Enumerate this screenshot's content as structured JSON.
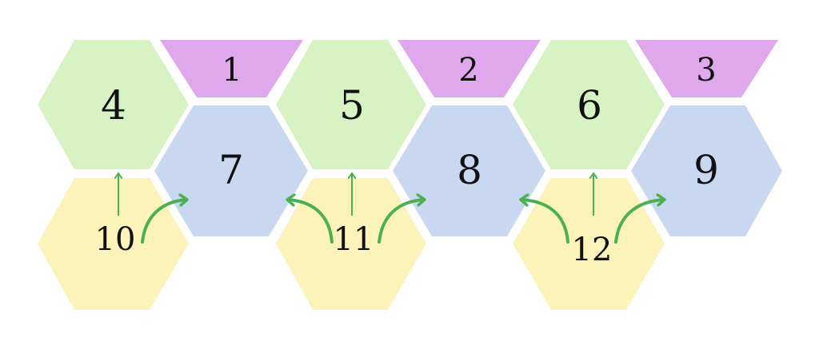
{
  "colors": {
    "purple": "#e0a8ec",
    "green": "#d8f3c3",
    "blue": "#c9d8f1",
    "yellow": "#fbf3b9",
    "arrow": "#4caf50",
    "text": "#111111",
    "background": "#ffffff"
  },
  "cells": {
    "c1": "1",
    "c2": "2",
    "c3": "3",
    "c4": "4",
    "c5": "5",
    "c6": "6",
    "c7": "7",
    "c8": "8",
    "c9": "9",
    "c10": "10",
    "c11": "11",
    "c12": "12"
  }
}
